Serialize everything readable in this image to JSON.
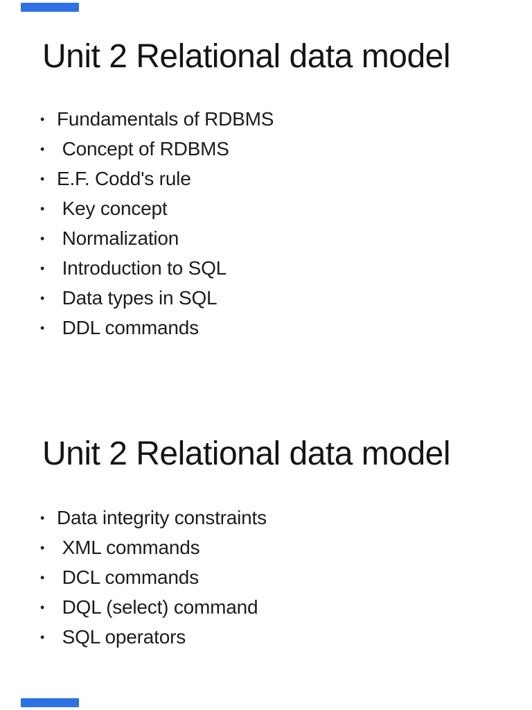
{
  "page": {
    "background": "#ffffff",
    "title_color": "#141414",
    "text_color": "#1c1c1c",
    "edge_bar_color": "#2e71e5"
  },
  "glyphs": {
    "bullet": "•"
  },
  "slides": [
    {
      "title": "Unit 2 Relational data model",
      "bullets": [
        "Fundamentals of RDBMS",
        " Concept of RDBMS",
        "E.F. Codd's rule",
        " Key concept",
        " Normalization",
        " Introduction to SQL",
        " Data types in SQL",
        " DDL commands"
      ]
    },
    {
      "title": "Unit 2 Relational data model",
      "bullets": [
        "Data integrity constraints",
        " XML commands",
        " DCL commands",
        " DQL (select) command",
        " SQL operators"
      ]
    }
  ]
}
